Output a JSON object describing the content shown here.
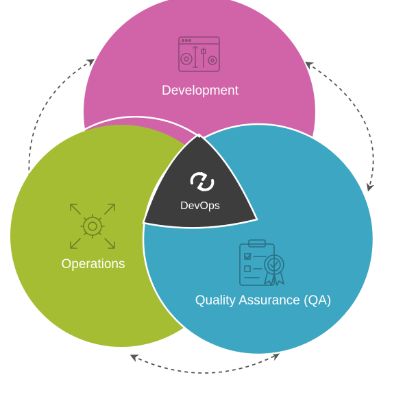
{
  "diagram": {
    "circles": {
      "development": {
        "label": "Development",
        "color": "#d164a9",
        "icon": "browser-tools-gears-icon"
      },
      "operations": {
        "label": "Operations",
        "color": "#a5bd33",
        "icon": "gear-expand-arrows-icon"
      },
      "qa": {
        "label": "Quality Assurance (QA)",
        "color": "#3da6c2",
        "icon": "clipboard-certificate-icon"
      }
    },
    "center": {
      "label": "DevOps",
      "color": "#3d3d3d",
      "icon": "sync-loop-icon"
    },
    "connector_color": "#555555",
    "icon_stroke": "#8a4a76"
  }
}
